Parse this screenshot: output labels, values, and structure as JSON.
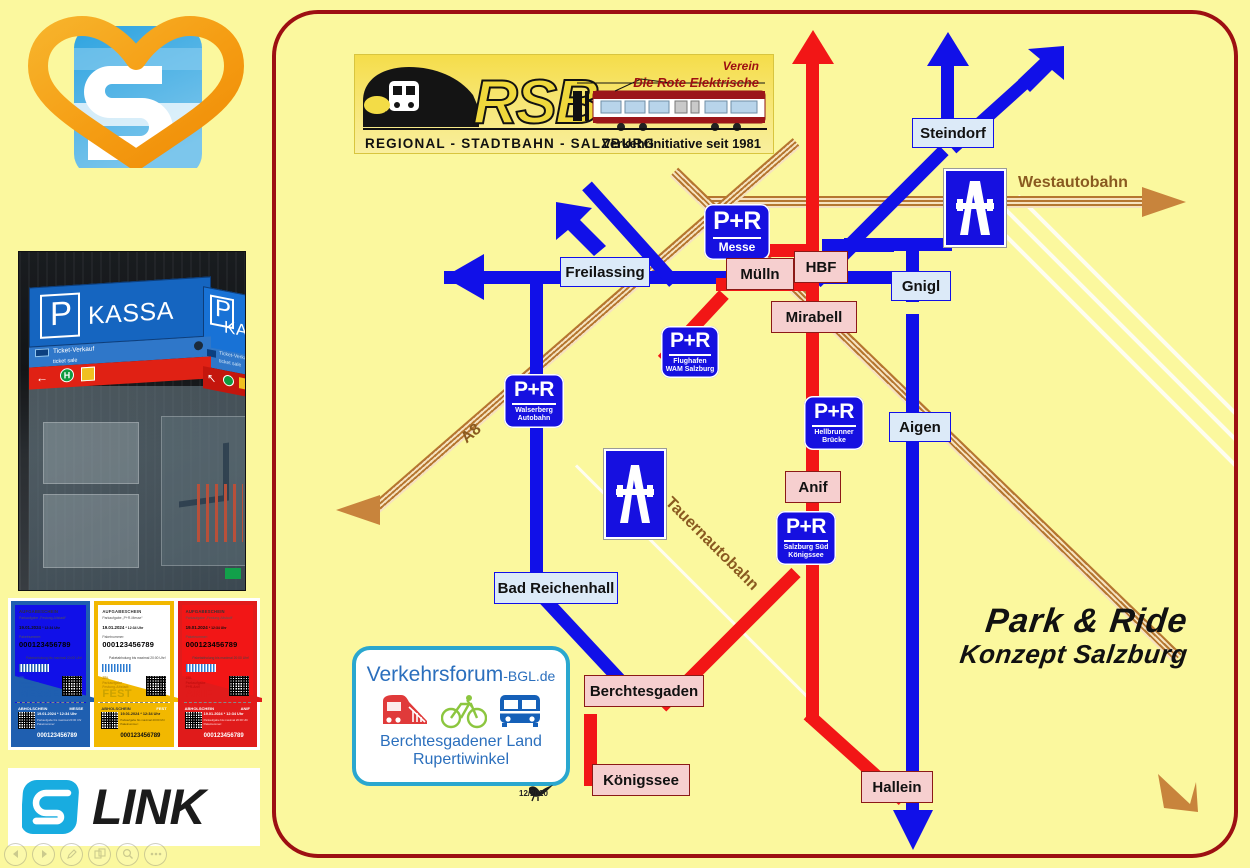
{
  "page": {
    "background_color": "#fbf89e",
    "border_color": "#9d0f12"
  },
  "sidebar": {
    "heart_logo": {
      "name": "salzburg-heart-s-logo",
      "colors": [
        "#f5a623",
        "#38a9e0",
        "#ffffff"
      ]
    },
    "kiosk_photo": {
      "alt": "Parkautomat Kassa kiosk",
      "sign_p": "P",
      "sign_kassa": "KASSA",
      "ticket_sale_de": "Ticket-Verkauf",
      "ticket_sale_en": "ticket sale"
    },
    "tickets": [
      {
        "color": "#1f5fb0",
        "color_name": "blue",
        "header": "AUFGABESCHEIN",
        "subheader": "Parkaufgabe „Festung-Altstadt“",
        "date": "19.01.2024",
        "time": "* 12:34 Uhr",
        "num_label": "Paketnummer:",
        "number": "000123456789",
        "note": "Paketabholung bis maximal 20:00 Uhr!",
        "brand_line1": "ZBL",
        "brand_line2": "Parkaufgabe",
        "brand_line3": "P+R-Messe",
        "big": "MESSE",
        "bottom_header": "ABHOLSCHEIN",
        "bottom_corner": "MESSE",
        "bottom_date": "19.01.2024 * 12:34 Uhr",
        "bottom_small": "Parkaufgabe bis maximal 20:00 Uhr",
        "bottom_num_label": "Paketnummer:",
        "bottom_number": "000123456789"
      },
      {
        "color": "#f2b800",
        "color_name": "yellow",
        "header": "AUFGABESCHEIN",
        "subheader": "Parkaufgabe „P+R-Messe“",
        "date": "19.01.2024",
        "time": "* 12:34 Uhr",
        "num_label": "Paketnummer:",
        "number": "000123456789",
        "note": "Paketabholung bis maximal 20:00 Uhr!",
        "brand_line1": "ZBL",
        "brand_line2": "Parkaufgabe",
        "brand_line3": "Festung-Altstadt",
        "big": "FEST",
        "bottom_header": "ABHOLSCHEIN",
        "bottom_corner": "FEST",
        "bottom_date": "19.01.2024 * 12:34 Uhr",
        "bottom_small": "Parkaufgabe bis maximal 20:00 Uhr",
        "bottom_num_label": "Paketnummer:",
        "bottom_number": "000123456789"
      },
      {
        "color": "#e01b1b",
        "color_name": "red",
        "header": "AUFGABESCHEIN",
        "subheader": "Parkaufgabe „Festung-Altstadt“",
        "date": "19.01.2024",
        "time": "* 12:34 Uhr",
        "num_label": "Paketnummer:",
        "number": "000123456789",
        "note": "Paketabholung bis maximal 20:00 Uhr!",
        "brand_line1": "ZBL",
        "brand_line2": "Parkaufgabe",
        "brand_line3": "P+R-Anif",
        "big": "ANIF",
        "bottom_header": "ABHOLSCHEIN",
        "bottom_corner": "ANIF",
        "bottom_date": "19.01.2024 * 12:34 Uhr",
        "bottom_small": "Parkaufgabe bis maximal 20:00 Uhr",
        "bottom_num_label": "Paketnummer:",
        "bottom_number": "000123456789"
      }
    ],
    "slink": {
      "logo_letter": "S",
      "text": "LINK"
    },
    "toolbar": [
      {
        "name": "back-icon",
        "label": "◀"
      },
      {
        "name": "play-icon",
        "label": "▶"
      },
      {
        "name": "edit-pencil-icon",
        "label": "✎"
      },
      {
        "name": "copy-icon",
        "label": "⧉"
      },
      {
        "name": "search-icon",
        "label": "⚲"
      },
      {
        "name": "more-options-icon",
        "label": "⋯"
      }
    ]
  },
  "map": {
    "rsb_logo": {
      "title": "RSB",
      "footer_left": "REGIONAL - STADTBAHN - SALZBURG",
      "footer_right": "Verkehrinitiative seit 1981",
      "verein": "Verein",
      "subtitle": "Die Rote Elektrische"
    },
    "title": {
      "line1": "Park & Ride",
      "line2": "Konzept Salzburg"
    },
    "signature": "12/2020",
    "verkehrsforum": {
      "title_main": "Verkehrsforum",
      "title_suffix": "-BGL.de",
      "sub_line1": "Berchtesgadener Land",
      "sub_line2": "Rupertiwinkel",
      "icons": [
        "train-icon",
        "bicycle-icon",
        "bus-icon"
      ]
    },
    "autobahn_labels": [
      {
        "name": "westautobahn-label",
        "text": "Westautobahn"
      },
      {
        "name": "tauernautobahn-label",
        "text": "Tauernautobahn"
      },
      {
        "name": "a8-label",
        "text": "A8"
      }
    ],
    "stations": [
      {
        "id": "steindorf",
        "name": "Steindorf",
        "type": "blue"
      },
      {
        "id": "gnigl",
        "name": "Gnigl",
        "type": "blue"
      },
      {
        "id": "aigen",
        "name": "Aigen",
        "type": "blue"
      },
      {
        "id": "freilassing",
        "name": "Freilassing",
        "type": "blue"
      },
      {
        "id": "bad-reichenhall",
        "name": "Bad Reichenhall",
        "type": "blue"
      },
      {
        "id": "muelln",
        "name": "Mülln",
        "type": "red"
      },
      {
        "id": "hbf",
        "name": "HBF",
        "type": "red"
      },
      {
        "id": "mirabell",
        "name": "Mirabell",
        "type": "red"
      },
      {
        "id": "anif",
        "name": "Anif",
        "type": "red"
      },
      {
        "id": "berchtesgaden",
        "name": "Berchtesgaden",
        "type": "red"
      },
      {
        "id": "koenigssee",
        "name": "Königssee",
        "type": "red"
      },
      {
        "id": "hallein",
        "name": "Hallein",
        "type": "red"
      }
    ],
    "park_and_ride": [
      {
        "id": "pr-messe",
        "main": "P+R",
        "sub": "Messe"
      },
      {
        "id": "pr-flughafen",
        "main": "P+R",
        "sub": "Flughafen\nWAM Salzburg"
      },
      {
        "id": "pr-walserberg",
        "main": "P+R",
        "sub": "Walserberg\nAutobahn"
      },
      {
        "id": "pr-hellbrunner",
        "main": "P+R",
        "sub": "Hellbrunner\nBrücke"
      },
      {
        "id": "pr-salzburg-sued",
        "main": "P+R",
        "sub": "Salzburg Süd\nKönigssee"
      }
    ],
    "motorway_signs": [
      {
        "id": "motorway-sign-west",
        "name": "autobahn-icon"
      },
      {
        "id": "motorway-sign-south",
        "name": "autobahn-icon"
      }
    ],
    "colors": {
      "rail_blue": "#1110e8",
      "rail_red": "#f21616",
      "autobahn_brown": "#b5762f",
      "station_red_fill": "#f6cfcf",
      "station_blue_fill": "#dceaf8",
      "pr_sign_blue": "#1610e0"
    }
  }
}
